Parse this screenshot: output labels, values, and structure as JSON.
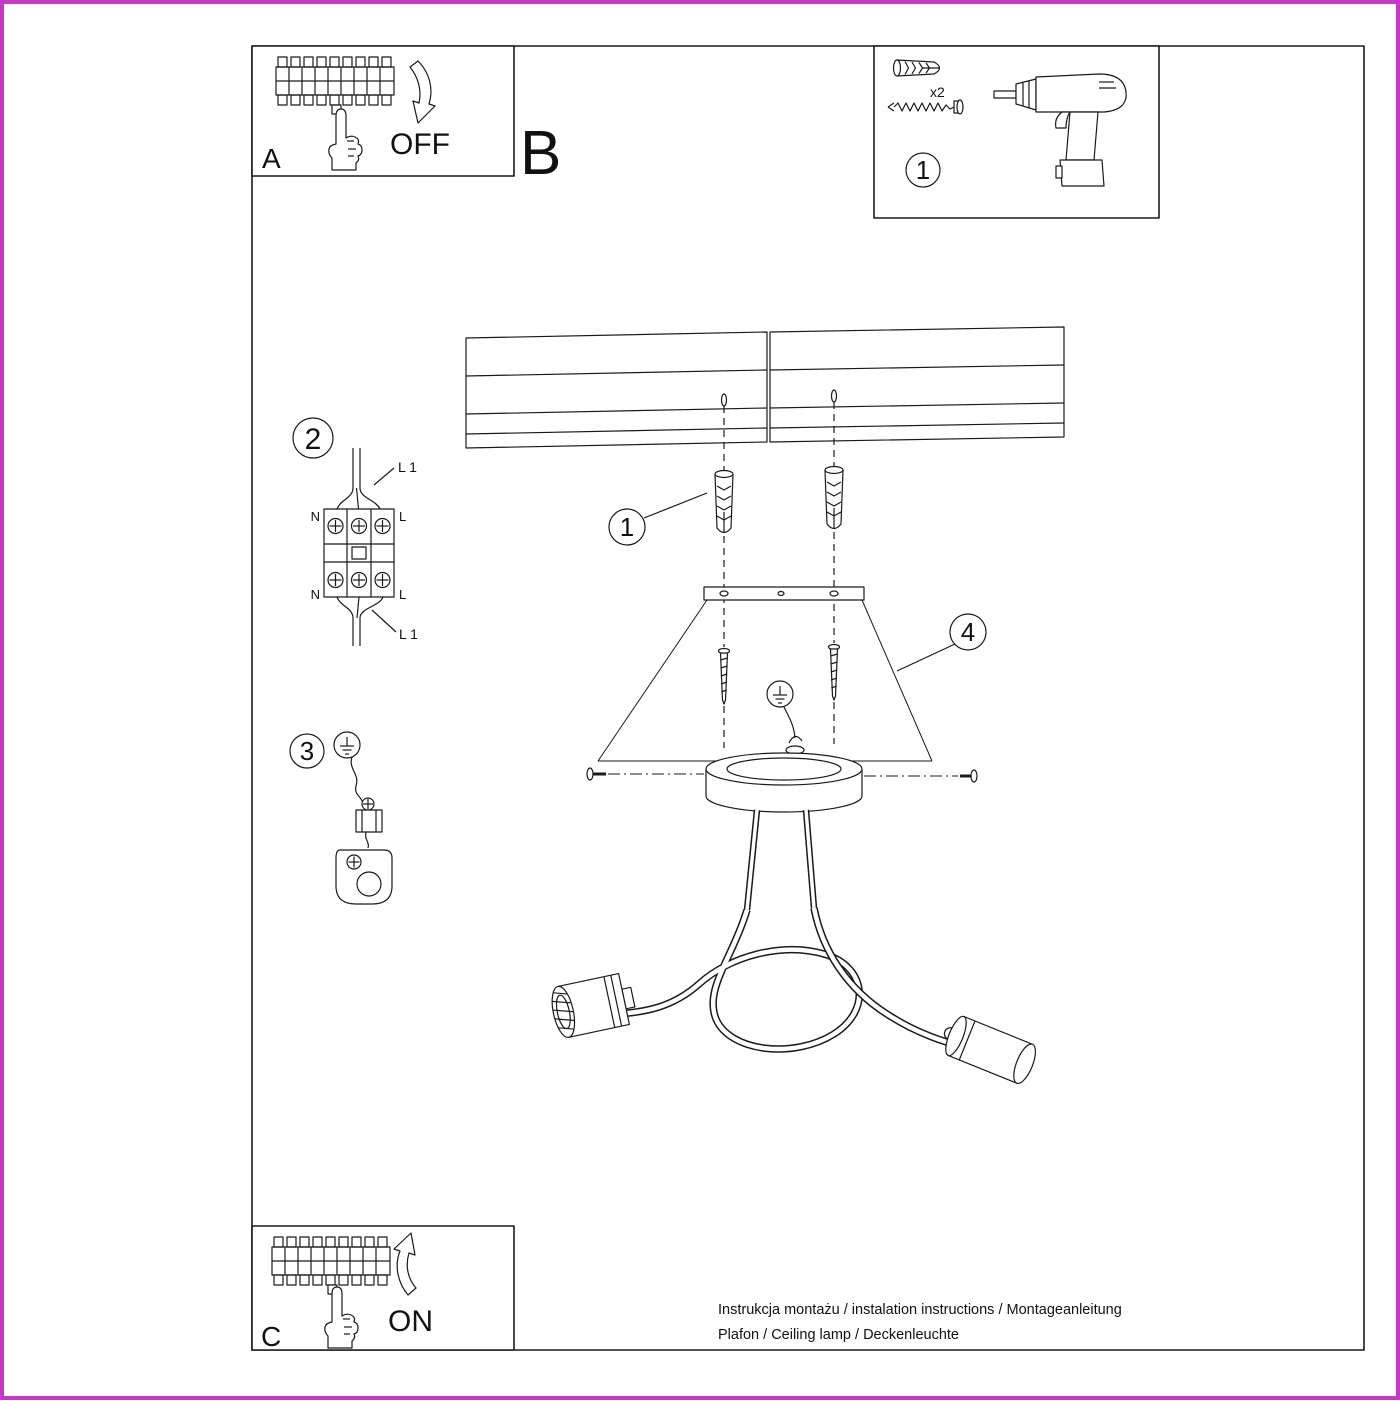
{
  "colors": {
    "page_border": "#c837c8",
    "ink": "#1a1a1a"
  },
  "panels": {
    "a": {
      "letter": "A",
      "action": "OFF"
    },
    "b": {
      "letter": "B"
    },
    "c": {
      "letter": "C",
      "action": "ON"
    }
  },
  "steps": {
    "one": "1",
    "two": "2",
    "three": "3",
    "four": "4"
  },
  "toolbox": {
    "plug_count": "x2"
  },
  "wiring": {
    "top_wire": "L 1",
    "bottom_wire": "L 1",
    "neutral_top": "N",
    "live_top": "L",
    "neutral_bottom": "N",
    "live_bottom": "L"
  },
  "figures": {
    "panel_a": "circuit-breaker-off",
    "panel_c": "circuit-breaker-on",
    "toolbox": "wall-plug-screw-drill",
    "step2": "terminal-block-wiring",
    "step3": "ground-terminal",
    "center": "ceiling-mount-and-lamp"
  },
  "footer": {
    "line1": "Instrukcja montażu / instalation instructions / Montageanleitung",
    "line2": "Plafon / Ceiling lamp / Deckenleuchte"
  }
}
